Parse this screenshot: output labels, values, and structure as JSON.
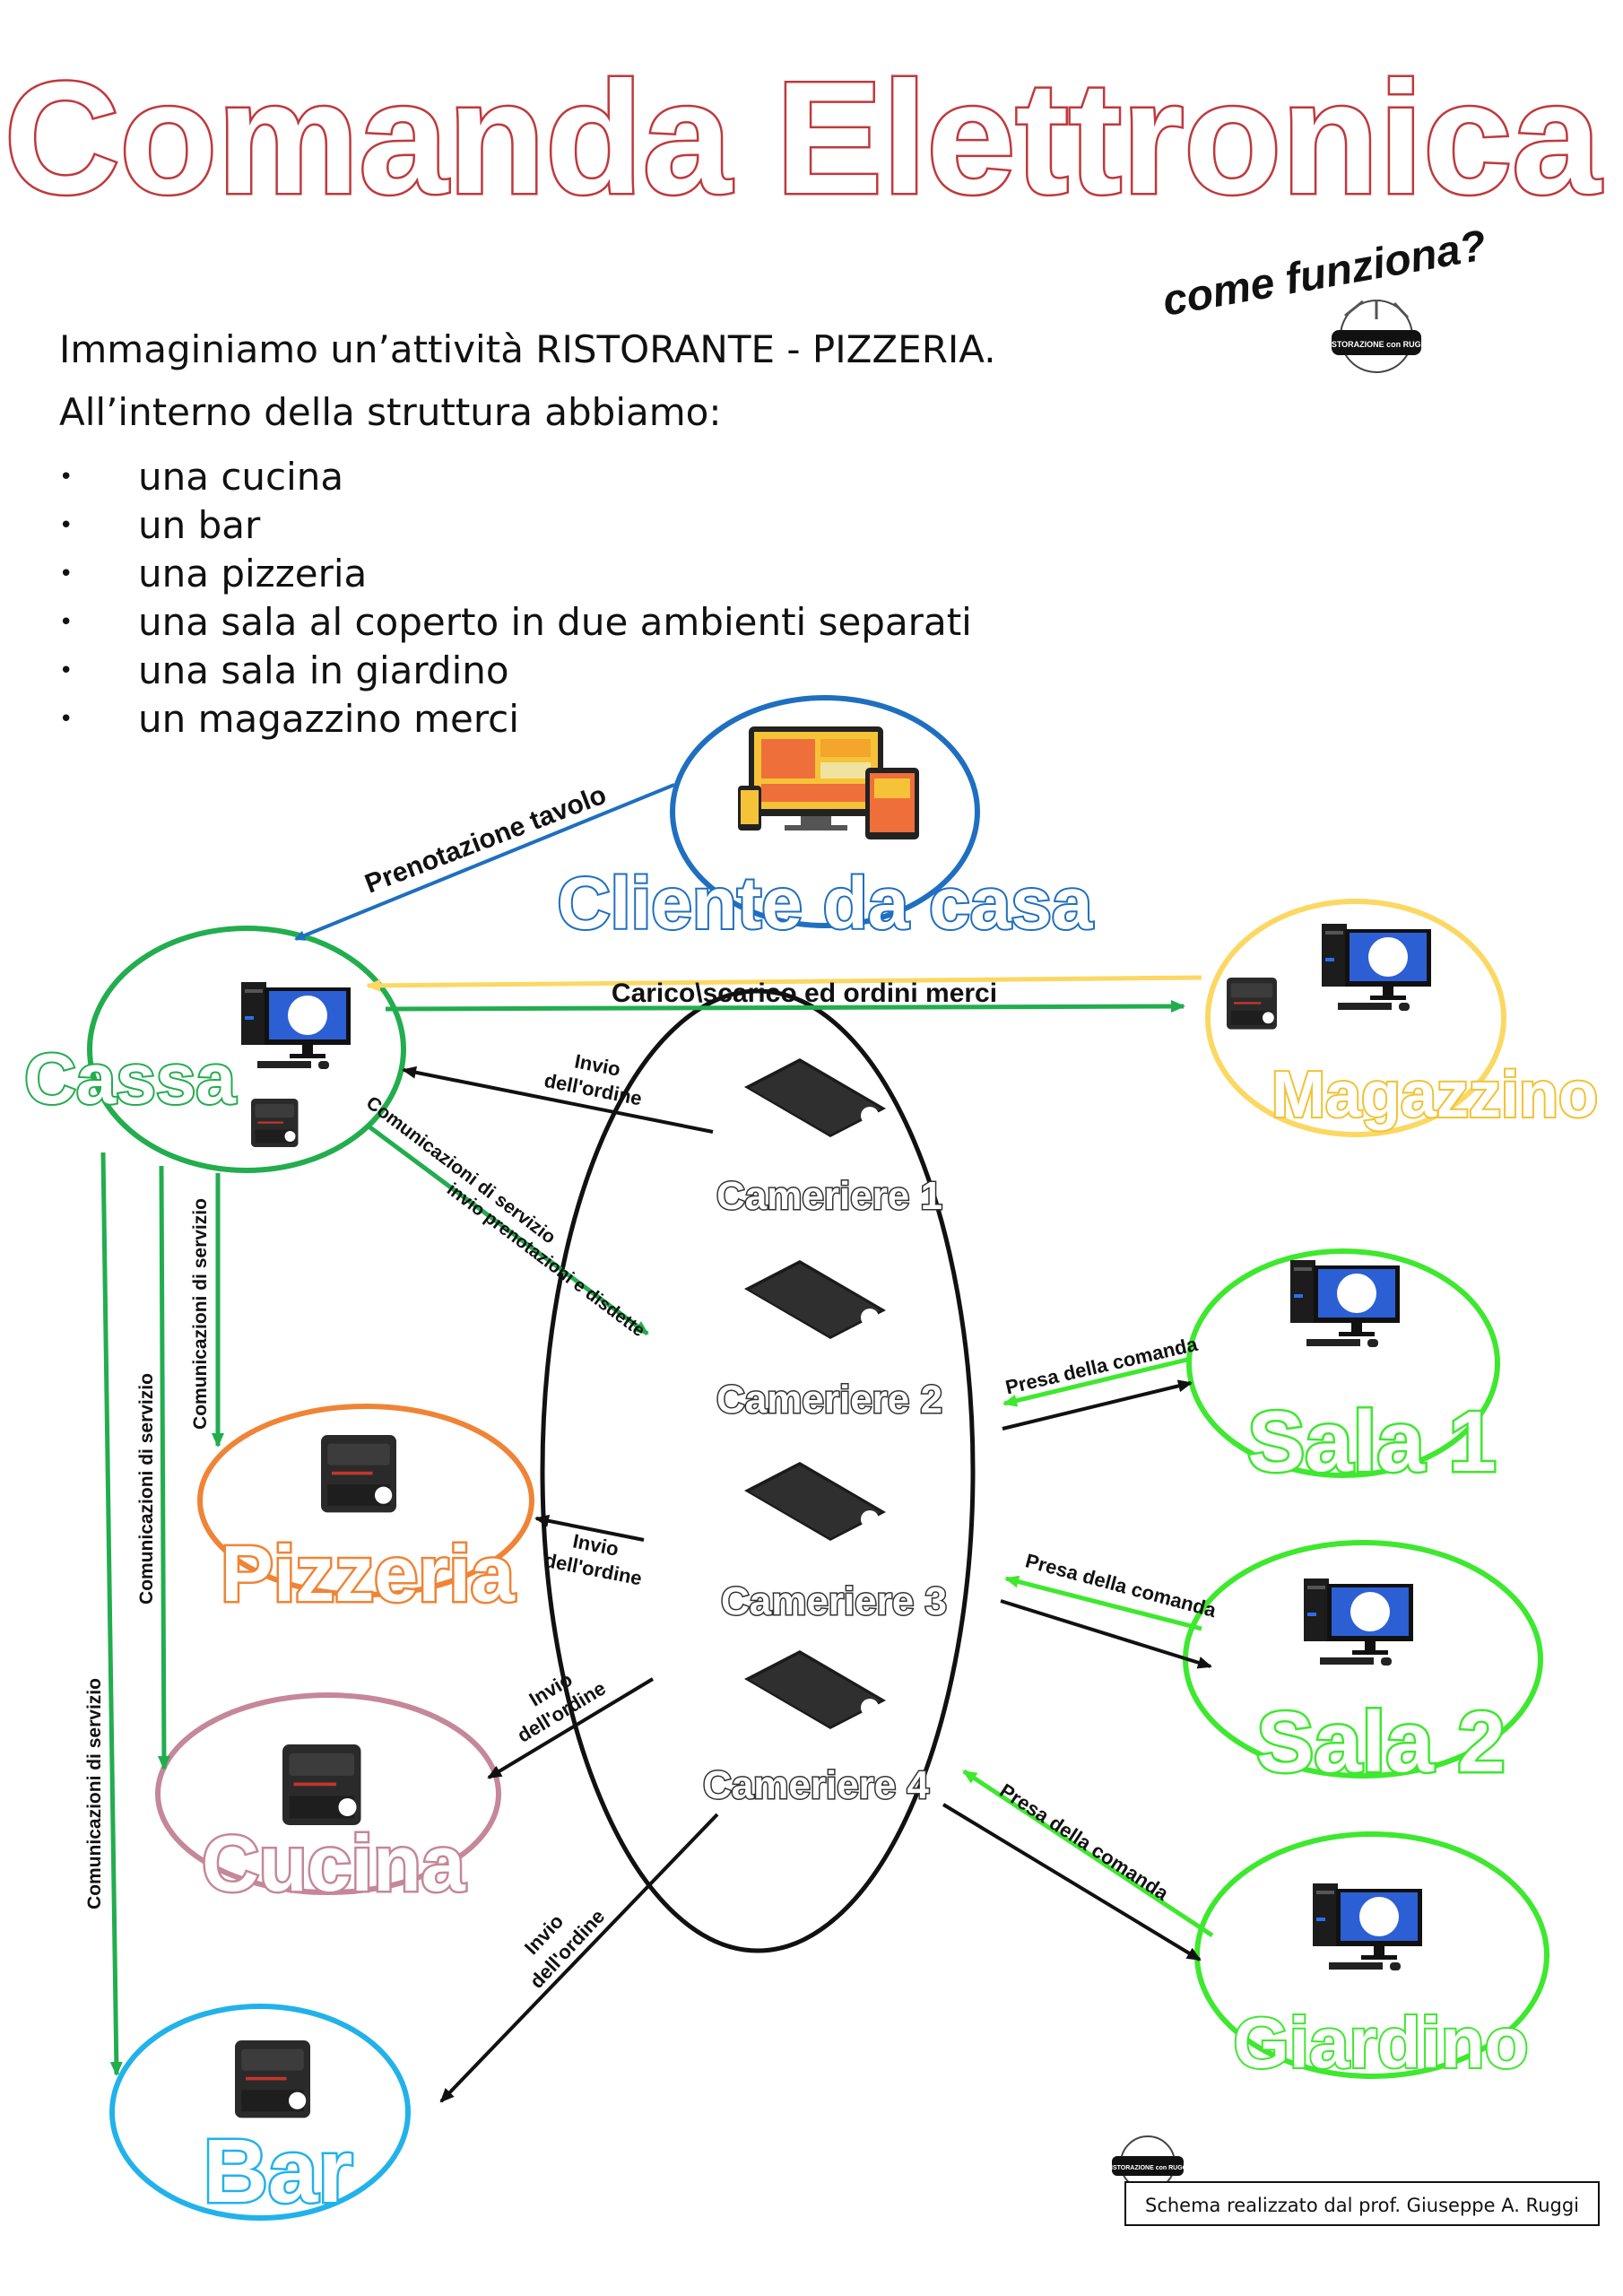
{
  "title": "Comanda Elettronica",
  "subtitle": "come funziona?",
  "logo_text": "RISTORAZIONE con RUGGI",
  "intro": {
    "line1": "Immaginiamo un’attività RISTORANTE - PIZZERIA.",
    "line2": "All’interno della struttura abbiamo:"
  },
  "bullets": [
    "una cucina",
    "un bar",
    "una pizzeria",
    "una sala al coperto in due ambienti separati",
    "una sala in giardino",
    "un magazzino merci"
  ],
  "nodes": {
    "cliente": {
      "label": "Cliente da casa",
      "color": "#1f6fc0"
    },
    "cassa": {
      "label": "Cassa",
      "color": "#22ad4e"
    },
    "magazzino": {
      "label": "Magazzino",
      "color": "#fbd863"
    },
    "pizzeria": {
      "label": "Pizzeria",
      "color": "#ef8436"
    },
    "cucina": {
      "label": "Cucina",
      "color": "#c5879a"
    },
    "bar": {
      "label": "Bar",
      "color": "#22b2ea"
    },
    "sala1": {
      "label": "Sala 1",
      "color": "#3ee82f"
    },
    "sala2": {
      "label": "Sala 2",
      "color": "#3ee82f"
    },
    "giardino": {
      "label": "Giardino",
      "color": "#3ee82f"
    }
  },
  "waiters": [
    "Cameriere 1",
    "Cameriere 2",
    "Cameriere 3",
    "Cameriere 4"
  ],
  "edge_labels": {
    "prenotazione": "Prenotazione tavolo",
    "carico": "Carico\\scarico ed ordini merci",
    "invio": "Invio",
    "ordine": "dell'ordine",
    "comunicazioni": "Comunicazioni di servizio",
    "prenotazioni_disdette": "invio prenotazioni e disdette",
    "presa": "Presa della comanda"
  },
  "credit": "Schema realizzato dal prof. Giuseppe A. Ruggi"
}
